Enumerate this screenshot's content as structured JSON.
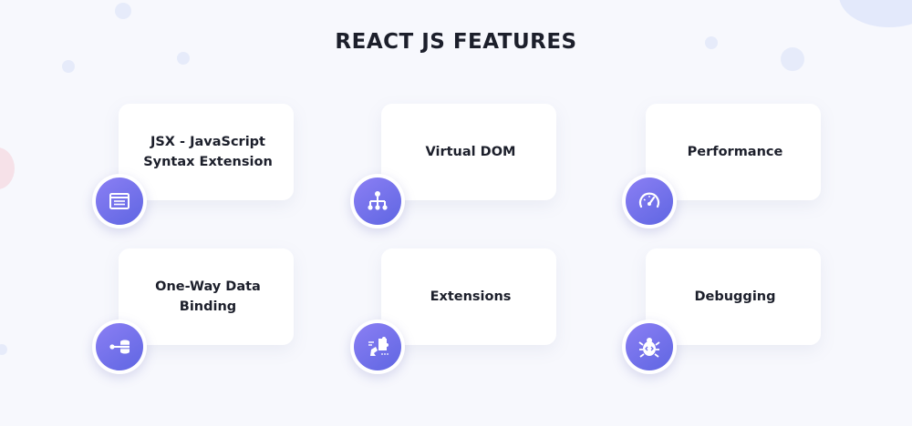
{
  "title": "REACT JS FEATURES",
  "features": [
    {
      "label": "JSX - JavaScript\nSyntax Extension",
      "icon": "code-window-icon"
    },
    {
      "label": "Virtual DOM",
      "icon": "tree-structure-icon"
    },
    {
      "label": "Performance",
      "icon": "speedometer-icon"
    },
    {
      "label": "One-Way Data\nBinding",
      "icon": "data-flow-icon"
    },
    {
      "label": "Extensions",
      "icon": "puzzle-icon"
    },
    {
      "label": "Debugging",
      "icon": "bug-icon"
    }
  ],
  "colors": {
    "accent": "#6b6fe8",
    "title": "#1c1f2b",
    "background": "#f7f8fd"
  }
}
